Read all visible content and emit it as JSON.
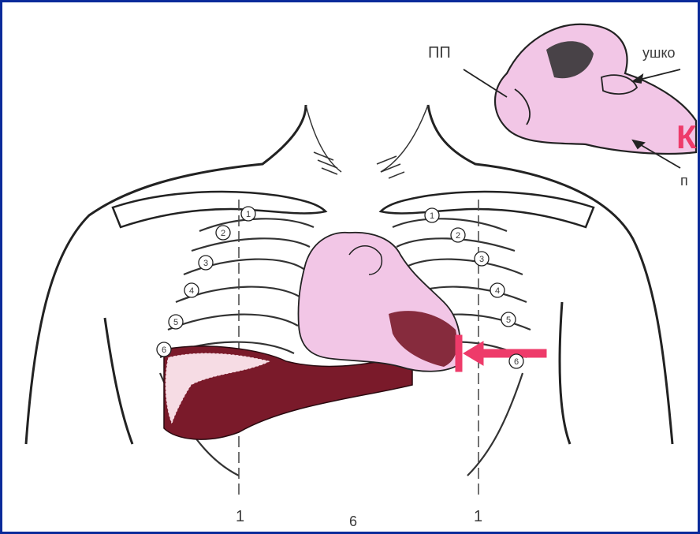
{
  "labels": {
    "pp": "ПП",
    "ushko": "ушко",
    "p_cut": "п",
    "k_cut": "К",
    "midline_left": "1",
    "midline_center": "6",
    "midline_right": "1"
  },
  "rib_numbers_left": [
    "1",
    "2",
    "3",
    "4",
    "5",
    "6"
  ],
  "rib_numbers_right": [
    "1",
    "2",
    "3",
    "4",
    "5",
    "6"
  ],
  "colors": {
    "frame": "#0a2a9a",
    "heart_pink": "#f2c6e6",
    "liver_maroon": "#7a1a2a",
    "arrow_pink": "#ee3b6a",
    "ink": "#222222"
  }
}
